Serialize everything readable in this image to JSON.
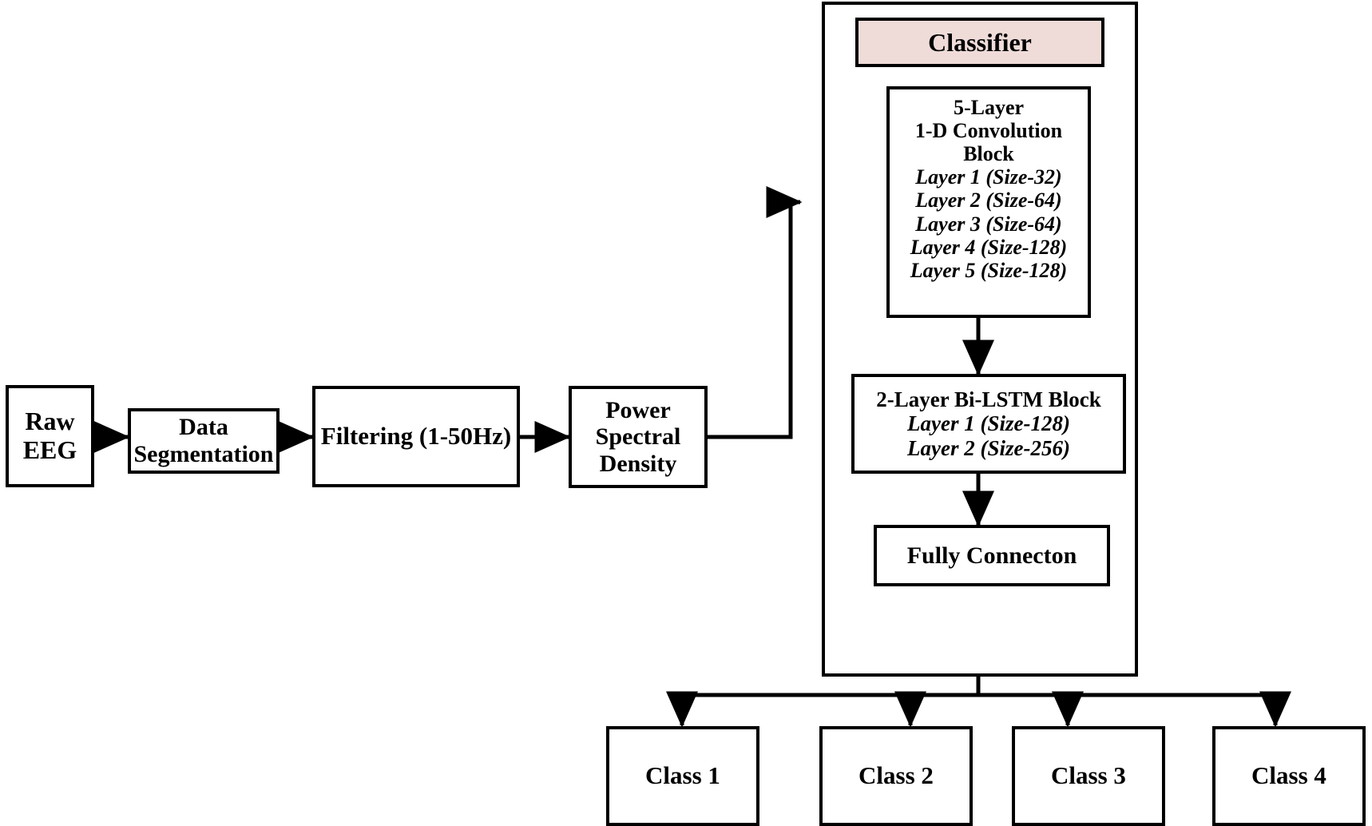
{
  "diagram": {
    "title": "EEG classification pipeline block diagram",
    "accent_color": "#efdcd9",
    "line_color": "#000000",
    "pipeline": [
      {
        "id": "raw-eeg",
        "lines": [
          "Raw",
          "EEG"
        ]
      },
      {
        "id": "data-segmentation",
        "lines": [
          "Data",
          "Segmentation"
        ]
      },
      {
        "id": "filtering",
        "lines": [
          "Filtering (1-50Hz)"
        ]
      },
      {
        "id": "power-spectral-density",
        "lines": [
          "Power",
          "Spectral",
          "Density"
        ]
      }
    ],
    "classifier": {
      "header_label": "Classifier",
      "conv_block": {
        "heading": [
          "5-Layer",
          "1-D Convolution",
          "Block"
        ],
        "layers": [
          "Layer 1 (Size-32)",
          "Layer 2 (Size-64)",
          "Layer 3 (Size-64)",
          "Layer 4 (Size-128)",
          "Layer 5 (Size-128)"
        ]
      },
      "lstm_block": {
        "heading": [
          "2-Layer  Bi-LSTM  Block"
        ],
        "layers": [
          "Layer 1 (Size-128)",
          "Layer 2 (Size-256)"
        ]
      },
      "fully_connected": {
        "label": "Fully Connecton"
      }
    },
    "outputs": [
      {
        "id": "class-1",
        "label": "Class 1"
      },
      {
        "id": "class-2",
        "label": "Class 2"
      },
      {
        "id": "class-3",
        "label": "Class 3"
      },
      {
        "id": "class-4",
        "label": "Class 4"
      }
    ]
  }
}
